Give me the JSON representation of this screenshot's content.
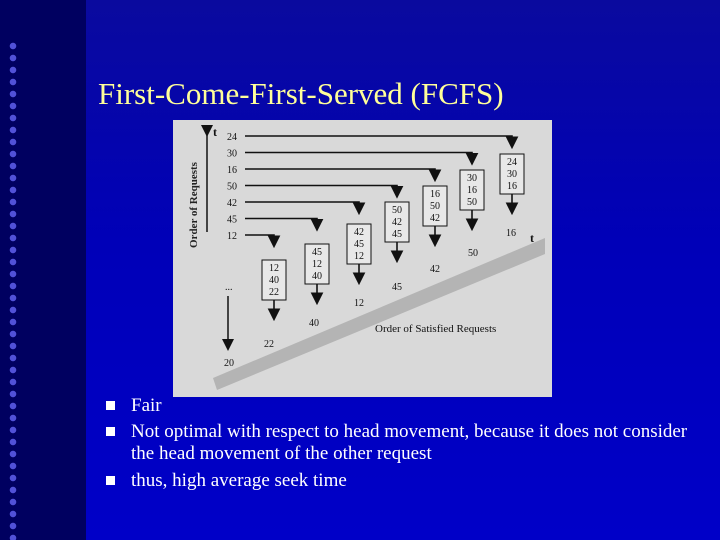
{
  "slide": {
    "title": "First-Come-First-Served (FCFS)",
    "bullets": [
      "Fair",
      "Not optimal with respect to head movement, because it does not consider the head movement of the other request",
      "thus, high average seek time"
    ]
  },
  "figure": {
    "y_axis_label": "Order of Requests",
    "time_label": "t",
    "x_axis_label": "Order of Satisfied Requests",
    "initial_queue": [
      "24",
      "30",
      "16",
      "50",
      "42",
      "45",
      "12"
    ],
    "queue_snapshots": [
      [
        "12",
        "40",
        "22"
      ],
      [
        "45",
        "12",
        "40"
      ],
      [
        "42",
        "45",
        "12"
      ],
      [
        "50",
        "42",
        "45"
      ],
      [
        "16",
        "50",
        "42"
      ],
      [
        "30",
        "16",
        "50"
      ],
      [
        "24",
        "30",
        "16"
      ]
    ],
    "satisfied_order": [
      "20",
      "22",
      "40",
      "12",
      "45",
      "42",
      "50",
      "16"
    ],
    "ellipsis": "..."
  },
  "colors": {
    "background": "#0000c0",
    "title": "#ffff99",
    "text": "#ffffff"
  }
}
